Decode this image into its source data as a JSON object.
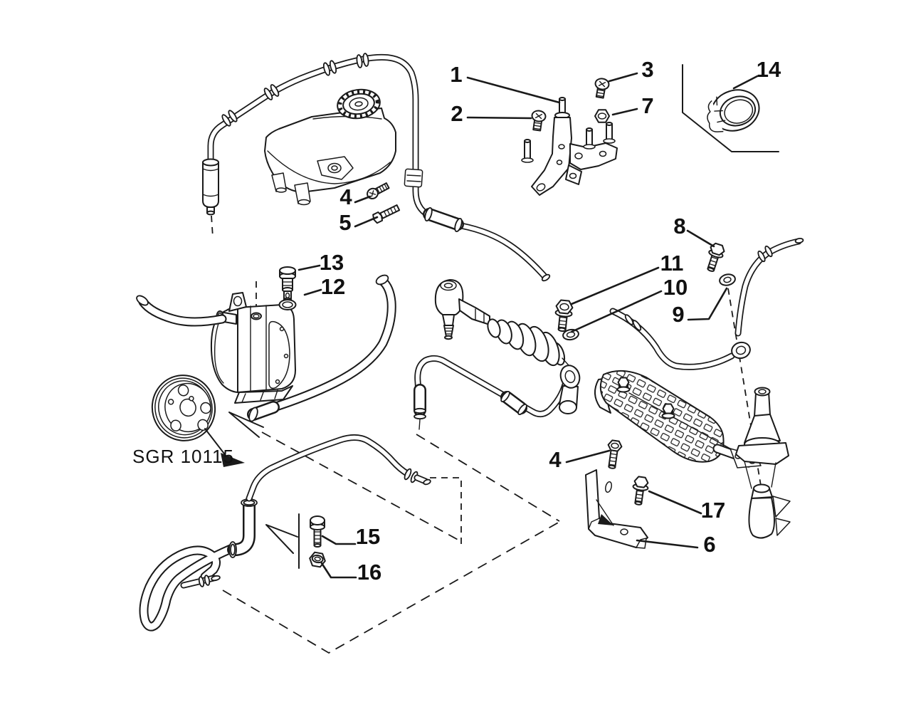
{
  "figure": {
    "type": "exploded-parts-diagram",
    "subject": "power steering reservoir, hoses, pump and steering rack",
    "colors": {
      "background": "#ffffff",
      "line": "#1a1a1a"
    },
    "group_label": "SGR 10115",
    "callouts": [
      {
        "label": "1"
      },
      {
        "label": "2"
      },
      {
        "label": "3"
      },
      {
        "label": "7"
      },
      {
        "label": "4"
      },
      {
        "label": "5"
      },
      {
        "label": "13"
      },
      {
        "label": "12"
      },
      {
        "label": "8"
      },
      {
        "label": "11"
      },
      {
        "label": "10"
      },
      {
        "label": "9"
      },
      {
        "label": "14"
      },
      {
        "label": "4"
      },
      {
        "label": "17"
      },
      {
        "label": "6"
      },
      {
        "label": "15"
      },
      {
        "label": "16"
      }
    ]
  }
}
